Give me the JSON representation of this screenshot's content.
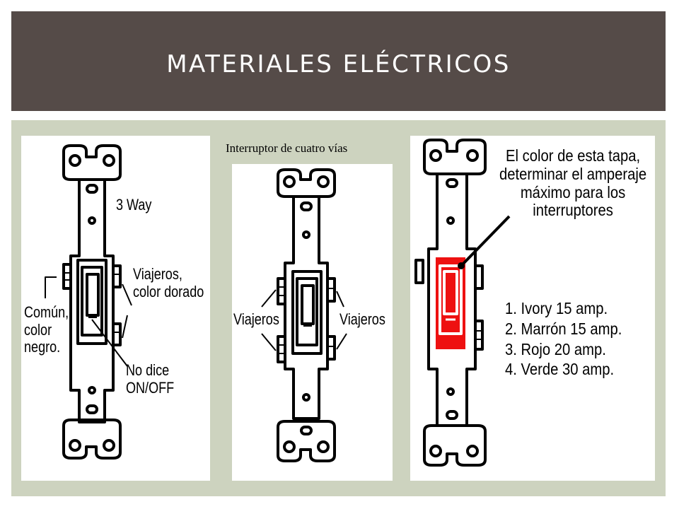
{
  "slide": {
    "title": "MATERIALES ELÉCTRICOS",
    "caption": "Interruptor de cuatro vías"
  },
  "panel_left": {
    "type_label": "3 Way",
    "common_label": "Común,\ncolor\nnegro.",
    "travelers_label": "Viajeros,\ncolor dorado",
    "onoff_label": "No dice\nON/OFF"
  },
  "panel_middle": {
    "travelers_left": "Viajeros",
    "travelers_right": "Viajeros"
  },
  "panel_right": {
    "note": "El color de esta tapa,\ndeterminar el amperaje\nmáximo para los\ninterruptores",
    "ratings": [
      "1. Ivory 15 amp.",
      "2. Marrón 15 amp.",
      "3. Rojo 20 amp.",
      "4. Verde 30 amp."
    ],
    "highlight_color": "#ee1111"
  },
  "colors": {
    "title_bar": "#554b48",
    "content_bg": "#cdd3bf",
    "title_text": "#ffffff"
  }
}
